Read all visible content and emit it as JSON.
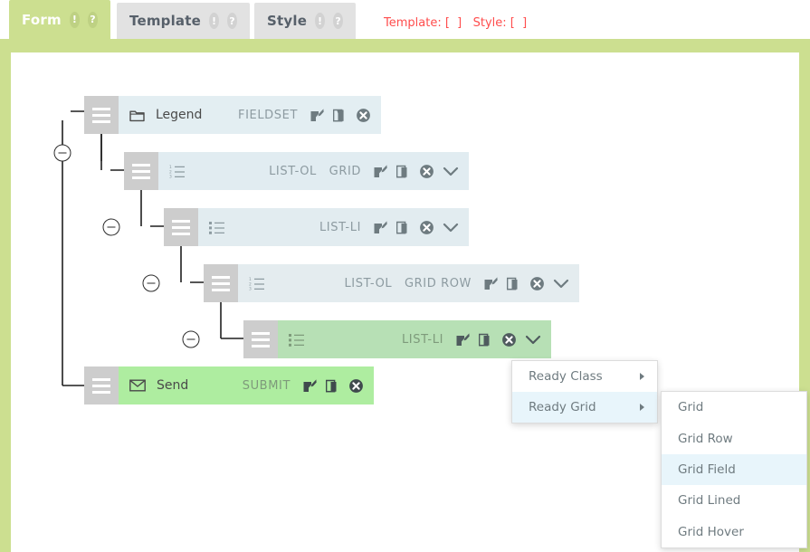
{
  "tabs": [
    {
      "id": "form",
      "label": "Form",
      "active": true,
      "warn": "!",
      "help": "?"
    },
    {
      "id": "template",
      "label": "Template",
      "active": false,
      "warn": "!",
      "help": "?"
    },
    {
      "id": "style",
      "label": "Style",
      "active": false,
      "warn": "!",
      "help": "?"
    }
  ],
  "status_flags": "Template: [  ]   Style: [  ]",
  "colors": {
    "accent_green": "#ccdf90",
    "row_blue": "#e3eef2",
    "row_selected": "#b7e0b5",
    "row_submit": "#aeeda0",
    "handle_gray": "#cdcdcd",
    "flag_red": "#ff4d4d",
    "menu_highlight": "#e8f5fb"
  },
  "tree": {
    "nodes": [
      {
        "id": "legend",
        "name": "Legend",
        "tag": "FIELDSET",
        "css_class": "",
        "icon": "folder-icon",
        "depth": 0,
        "has_chevron": false,
        "expanded": true,
        "state": "normal",
        "actions": [
          "edit-icon",
          "copy-icon",
          "delete-icon"
        ]
      },
      {
        "id": "list-ol-grid",
        "name": "",
        "tag": "LIST-OL",
        "css_class": "GRID",
        "icon": "ordered-list-icon",
        "depth": 1,
        "has_chevron": true,
        "expanded": true,
        "state": "normal",
        "actions": [
          "edit-icon",
          "copy-icon",
          "delete-icon",
          "chevron-down-icon"
        ]
      },
      {
        "id": "list-li",
        "name": "",
        "tag": "LIST-LI",
        "css_class": "",
        "icon": "bullet-list-icon",
        "depth": 2,
        "has_chevron": true,
        "expanded": true,
        "state": "normal",
        "actions": [
          "edit-icon",
          "copy-icon",
          "delete-icon",
          "chevron-down-icon"
        ]
      },
      {
        "id": "list-ol-grid-row",
        "name": "",
        "tag": "LIST-OL",
        "css_class": "GRID ROW",
        "icon": "ordered-list-icon",
        "depth": 3,
        "has_chevron": true,
        "expanded": true,
        "state": "normal",
        "actions": [
          "edit-icon",
          "copy-icon",
          "delete-icon",
          "chevron-down-icon"
        ]
      },
      {
        "id": "list-li-selected",
        "name": "",
        "tag": "LIST-LI",
        "css_class": "",
        "icon": "bullet-list-icon",
        "depth": 4,
        "has_chevron": true,
        "expanded": false,
        "state": "selected",
        "actions": [
          "edit-icon",
          "copy-icon",
          "delete-icon",
          "chevron-down-icon"
        ]
      },
      {
        "id": "send",
        "name": "Send",
        "tag": "SUBMIT",
        "css_class": "",
        "icon": "envelope-icon",
        "depth": 0,
        "has_chevron": false,
        "expanded": false,
        "state": "submit",
        "actions": [
          "edit-icon",
          "copy-icon",
          "delete-icon"
        ]
      }
    ]
  },
  "context_menu": {
    "items": [
      {
        "label": "Ready Class",
        "has_submenu": true,
        "highlighted": false
      },
      {
        "label": "Ready Grid",
        "has_submenu": true,
        "highlighted": true
      }
    ]
  },
  "submenu": {
    "items": [
      {
        "label": "Grid",
        "highlighted": false
      },
      {
        "label": "Grid Row",
        "highlighted": false
      },
      {
        "label": "Grid Field",
        "highlighted": true
      },
      {
        "label": "Grid Lined",
        "highlighted": false
      },
      {
        "label": "Grid Hover",
        "highlighted": false
      }
    ]
  }
}
